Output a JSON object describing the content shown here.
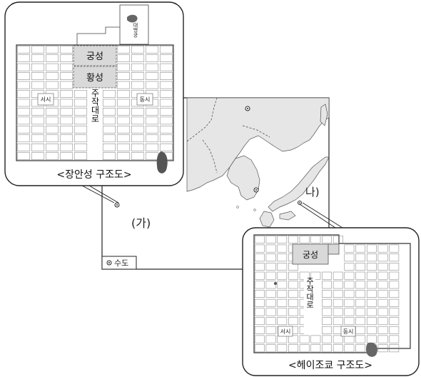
{
  "map": {
    "label_ga": "(가)",
    "label_na": "나)",
    "legend_capital": "수도"
  },
  "changan_inset": {
    "caption": "<장안성 구조도>",
    "palace": "궁성",
    "imperial_city": "황성",
    "daming_palace": "대명궁",
    "west_market": "서시",
    "east_market": "동시",
    "main_avenue": "주작대로"
  },
  "heijo_inset": {
    "caption": "<헤이조쿄 구조도>",
    "palace": "궁성",
    "west_market": "서시",
    "east_market": "동시",
    "main_avenue": "주작대로"
  },
  "colors": {
    "outline": "#222222",
    "land": "#e6e6e6",
    "highlight": "#d9d9d9",
    "water": "#ffffff"
  }
}
